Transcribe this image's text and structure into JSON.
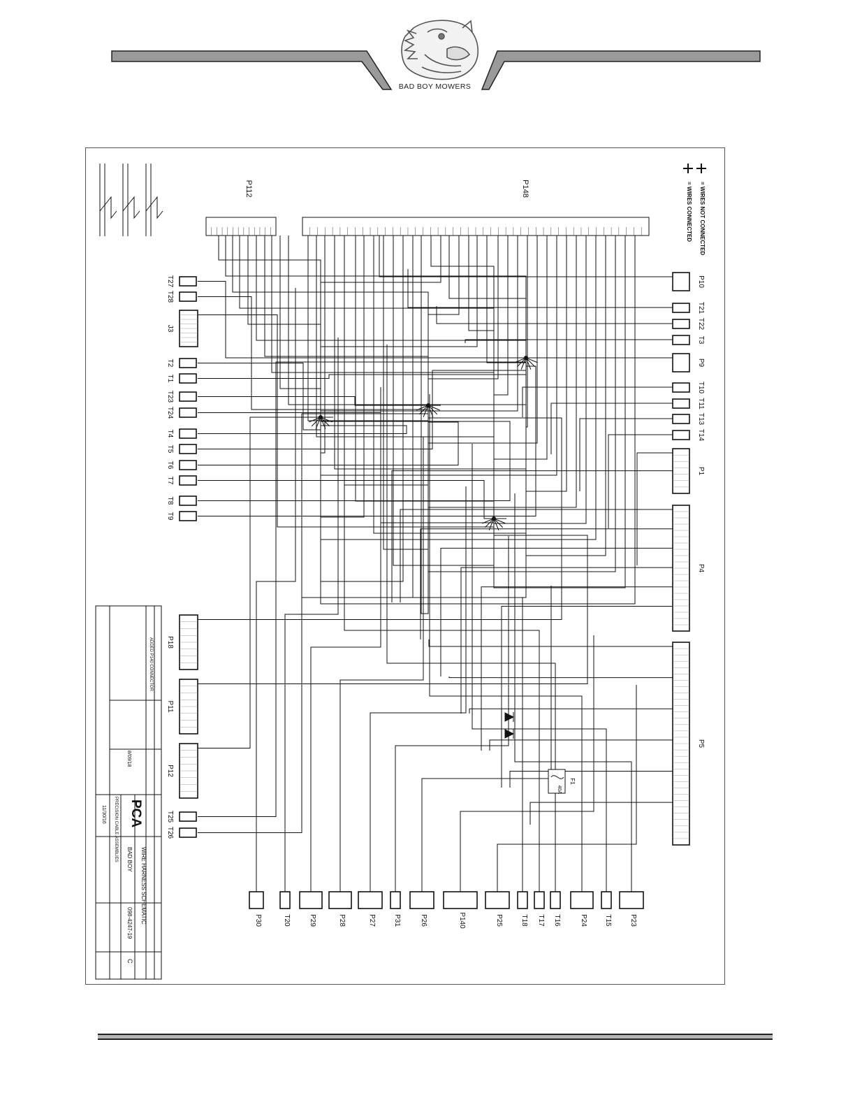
{
  "header": {
    "brand_text": "BAD BOY MOWERS",
    "logo_icon": "bulldog-logo-icon"
  },
  "schematic": {
    "legend_title": "= WIRES NOT CONNECTED",
    "legend_connected": "= WIRES CONNECTED",
    "connectors_top": [
      "P112",
      "P148"
    ],
    "connectors_left": [
      "T27",
      "T28",
      "J3",
      "T2",
      "T1",
      "T23",
      "T24",
      "T4",
      "T5",
      "T6",
      "T7",
      "T8",
      "T9",
      "P18",
      "P11",
      "P12",
      "T25",
      "T26"
    ],
    "connectors_right": [
      "P10",
      "T21",
      "T22",
      "T3",
      "P9",
      "T10",
      "T11",
      "T13",
      "T14",
      "P1",
      "P4",
      "P5"
    ],
    "connectors_bottom": [
      "P30",
      "T20",
      "P29",
      "P28",
      "P27",
      "P31",
      "P26",
      "P140",
      "P25",
      "T18",
      "T17",
      "T16",
      "P24",
      "T15",
      "P23"
    ],
    "fuse_label": "F1",
    "fuse_value": "40A",
    "title_block": {
      "company": "PCA",
      "company_sub": "PRECISION CABLE ASSEMBLIES",
      "drawing_title": "WIRE HARNESS SCHEMATIC",
      "customer": "BAD BOY",
      "part_number": "098-4247-19",
      "revision": "C",
      "date": "11/30/16",
      "rev_date": "8/09/18",
      "note": "ADDED P140 CONNECTOR"
    }
  }
}
